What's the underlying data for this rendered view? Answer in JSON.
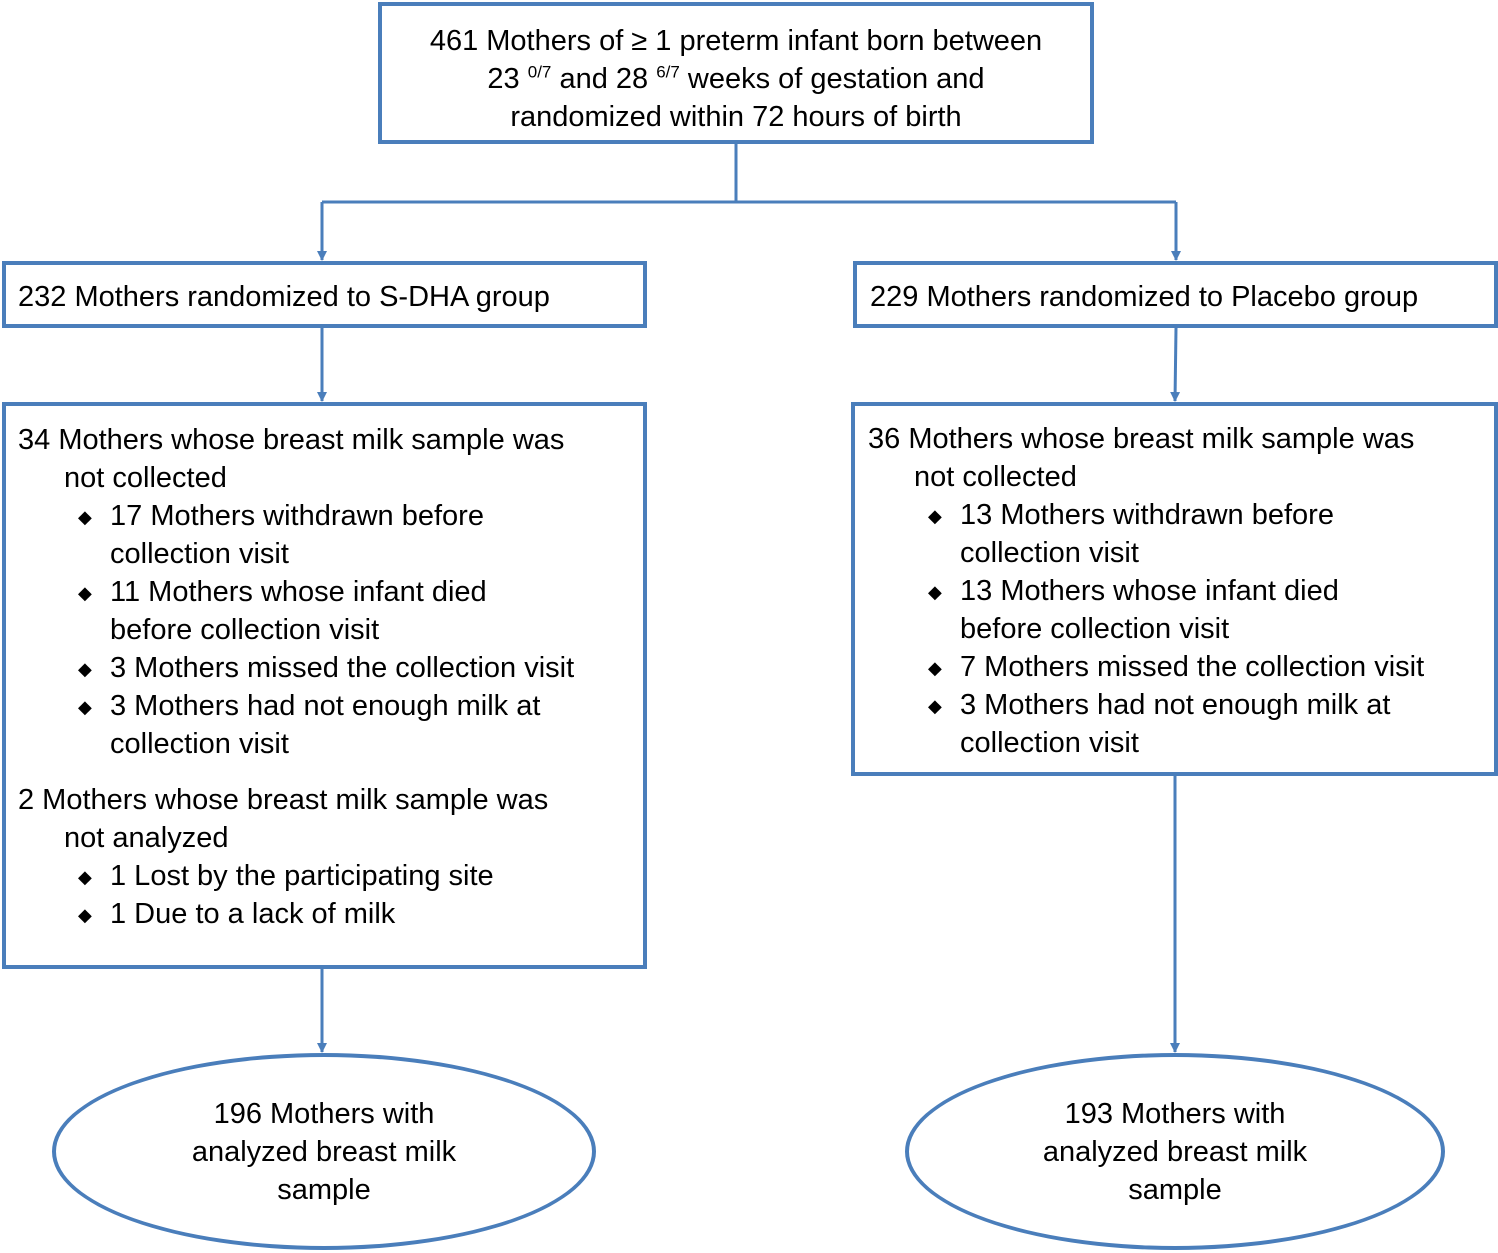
{
  "colors": {
    "stroke": "#4a7ebb"
  },
  "top": {
    "line1": "461 Mothers of ≥ 1 preterm infant born between",
    "l2_pre": "23 ",
    "l2_sup1": "0/7",
    "l2_mid": " and 28 ",
    "l2_sup2": "6/7",
    "l2_post": " weeks of gestation and",
    "line3": "randomized within 72 hours of birth"
  },
  "left": {
    "group": "232 Mothers randomized to S-DHA group",
    "nc_head1": "34 Mothers whose breast milk sample was",
    "nc_head2": "not collected",
    "nc_items": [
      [
        "17 Mothers withdrawn before",
        "collection visit"
      ],
      [
        "11 Mothers whose infant died",
        "before collection visit"
      ],
      [
        "3 Mothers missed the collection visit"
      ],
      [
        "3 Mothers had not enough milk at",
        "collection visit"
      ]
    ],
    "na_head1": "2 Mothers whose breast milk sample was",
    "na_head2": "not analyzed",
    "na_items": [
      [
        "1 Lost by the participating site"
      ],
      [
        "1 Due to a lack of milk"
      ]
    ],
    "result": [
      "196 Mothers with",
      "analyzed breast milk",
      "sample"
    ]
  },
  "right": {
    "group": "229 Mothers randomized to Placebo group",
    "nc_head1": "36 Mothers whose breast milk sample was",
    "nc_head2": "not collected",
    "nc_items": [
      [
        "13 Mothers withdrawn before",
        "collection visit"
      ],
      [
        "13 Mothers whose infant died",
        "before collection visit"
      ],
      [
        "7 Mothers missed the collection visit"
      ],
      [
        "3 Mothers had not enough milk at",
        "collection visit"
      ]
    ],
    "result": [
      "193 Mothers with",
      "analyzed breast milk",
      "sample"
    ]
  },
  "bullet_glyph": "◆"
}
